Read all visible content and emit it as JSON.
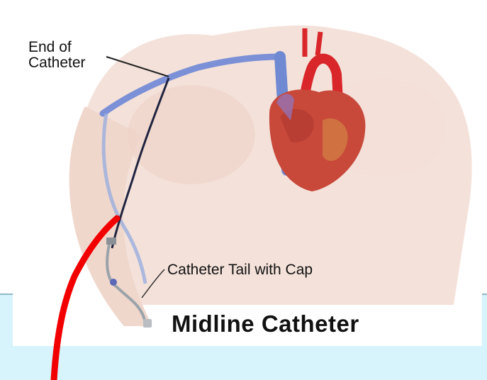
{
  "labels": {
    "end_of_catheter_line1": "End of",
    "end_of_catheter_line2": "Catheter",
    "catheter_tail": "Catheter Tail with Cap",
    "title": "Midline Catheter"
  },
  "colors": {
    "background": "#ffffff",
    "skin": "#f1d9cf",
    "vein": "#6f8ad2",
    "artery": "#d9262a",
    "heart": "#c8483a",
    "catheter": "#1f2440",
    "red_annotation": "#f20000",
    "light_blue_band": "#d7f3fb"
  },
  "icons": [
    "heart-icon",
    "catheter-icon"
  ]
}
